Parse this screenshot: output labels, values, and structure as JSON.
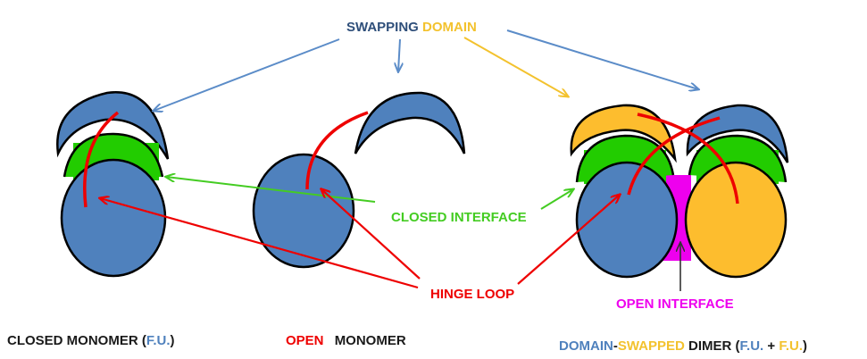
{
  "colors": {
    "blue": "#4f81bd",
    "gold": "#fdbd2e",
    "green": "#22cc00",
    "magenta": "#ee00ee",
    "red": "#ee0000",
    "arrow_blue": "#5b8cc8",
    "arrow_gold": "#f3c22e",
    "arrow_green": "#44cc22",
    "text_dark": "#1a1a1a",
    "text_navy": "#2f4f7a"
  },
  "labels": {
    "swapping": "SWAPPING",
    "domain": "DOMAIN",
    "closed_interface": "CLOSED INTERFACE",
    "hinge_loop": "HINGE LOOP",
    "open_interface": "OPEN  INTERFACE"
  },
  "captions": {
    "closed_monomer": {
      "text": "CLOSED  MONOMER",
      "paren_open": "(",
      "fu": "F.U.",
      "paren_close": ")"
    },
    "open_monomer": {
      "open": "OPEN",
      "monomer": "MONOMER"
    },
    "dimer": {
      "domain": "DOMAIN",
      "dash": "-",
      "swapped": "SWAPPED",
      "dimer": "DIMER",
      "paren_open": "(",
      "fu1": "F.U.",
      "plus": " + ",
      "fu2": "F.U.",
      "paren_close": ")"
    }
  }
}
